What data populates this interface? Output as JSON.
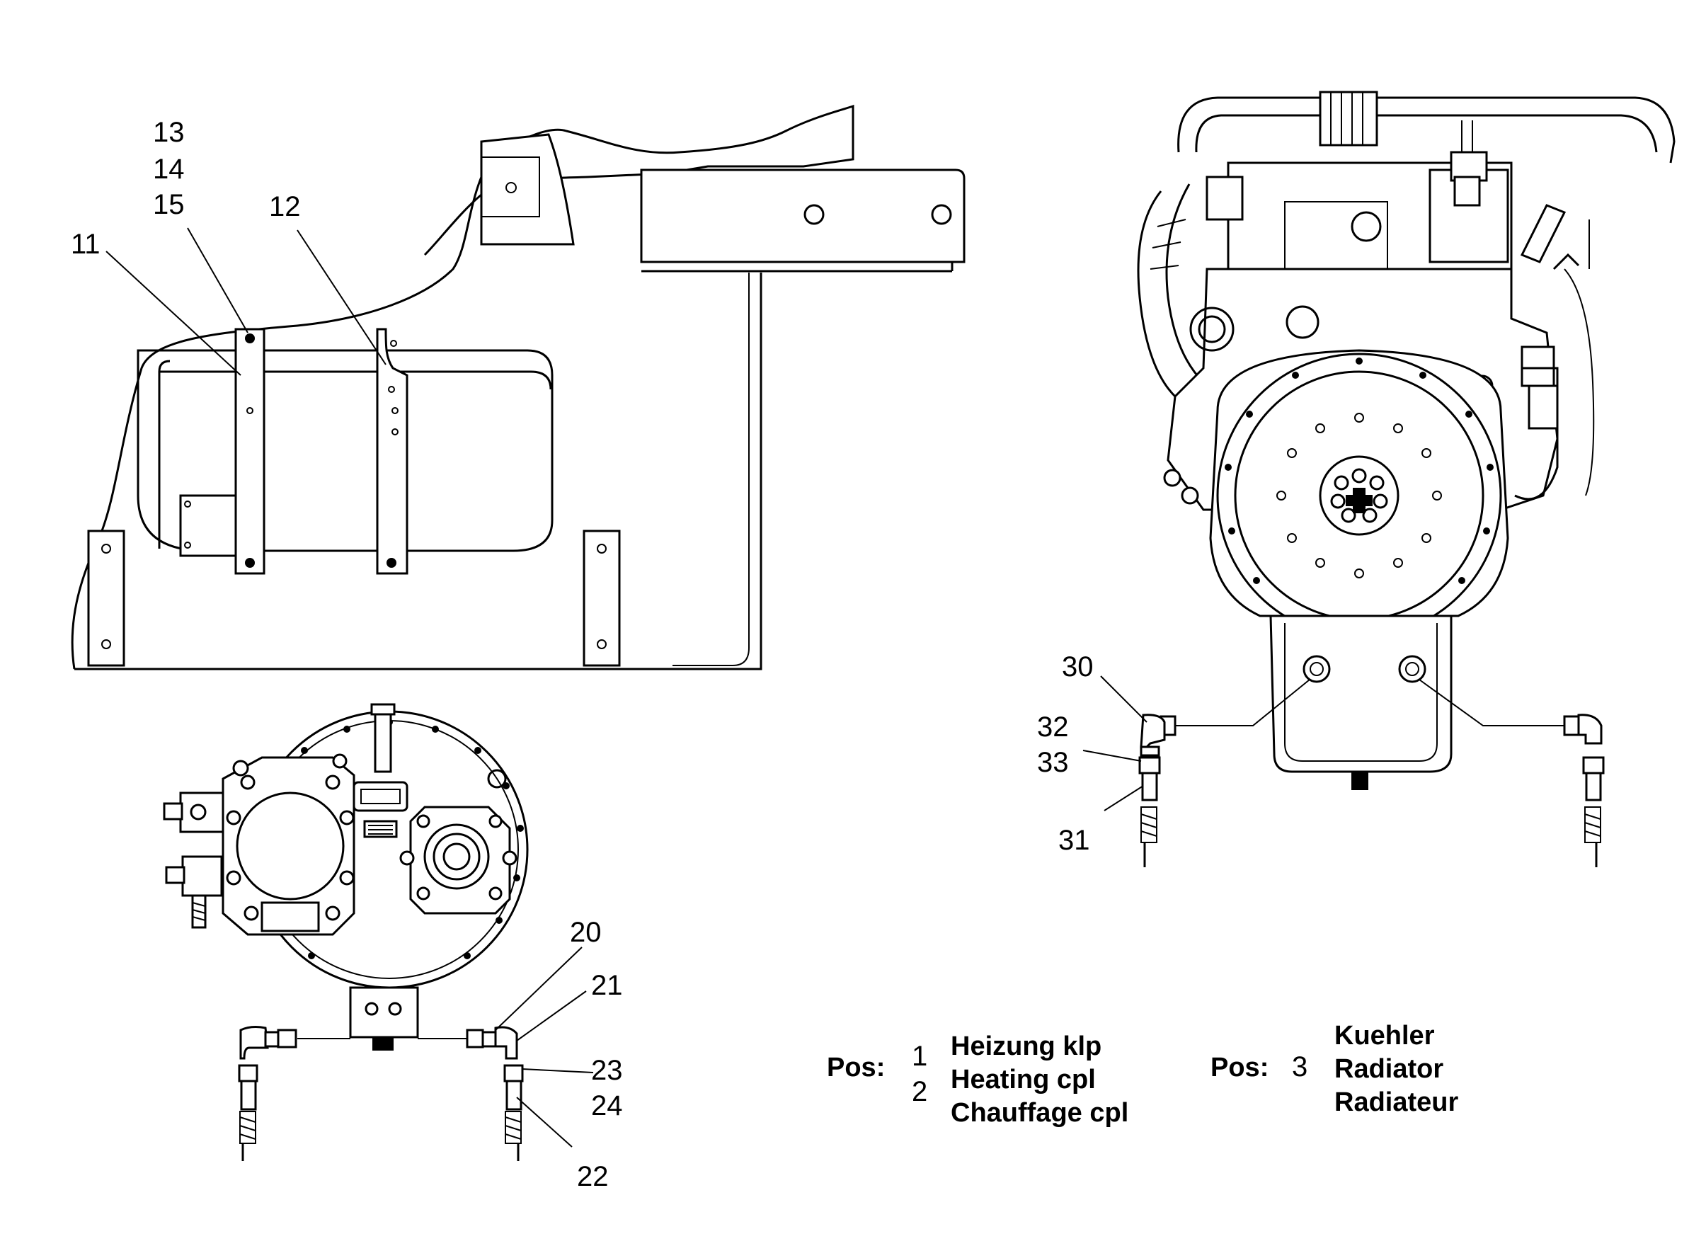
{
  "callouts": {
    "c11": "11",
    "c12": "12",
    "c13": "13",
    "c14": "14",
    "c15": "15",
    "c20": "20",
    "c21": "21",
    "c22": "22",
    "c23": "23",
    "c24": "24",
    "c30": "30",
    "c31": "31",
    "c32": "32",
    "c33": "33"
  },
  "legend_heating": {
    "pos_label": "Pos:",
    "pos_1": "1",
    "pos_2": "2",
    "lines": [
      "Heizung klp",
      "Heating cpl",
      "Chauffage cpl"
    ]
  },
  "legend_radiator": {
    "pos_label": "Pos:",
    "pos_3": "3",
    "lines": [
      "Kuehler",
      "Radiator",
      "Radiateur"
    ]
  }
}
